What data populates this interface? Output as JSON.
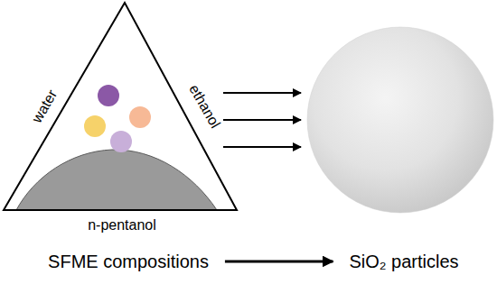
{
  "diagram": {
    "nodes": [
      {
        "text": [
          "SFME compositions"
        ]
      },
      {
        "text": [
          "SiO₂ particles"
        ]
      }
    ],
    "edges": [
      {
        "from": 0,
        "to": 1,
        "arrow": "to"
      }
    ],
    "labels": [
      "water",
      "ethanol",
      "n-pentanol"
    ]
  }
}
